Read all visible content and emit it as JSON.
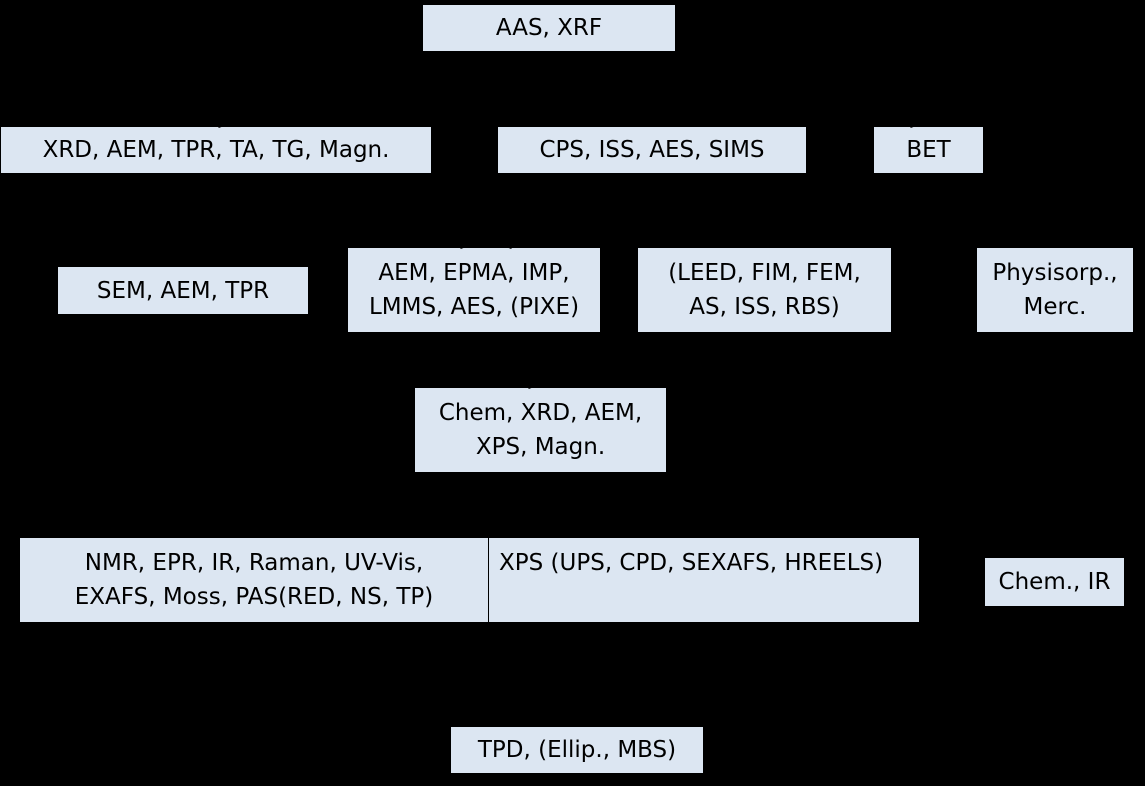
{
  "colors": {
    "background": "#000000",
    "box_fill": "#dce6f2",
    "text": "#000000"
  },
  "boxes": {
    "top": "AAS, XRF",
    "row2_left": "XRD, AEM, TPR, TA, TG, Magn.",
    "row2_mid": "CPS, ISS, AES, SIMS",
    "row2_right": "BET",
    "row3_a": "SEM, AEM, TPR",
    "row3_b": "AEM, EPMA, IMP,\nLMMS, AES, (PIXE)",
    "row3_c": "(LEED, FIM, FEM,\nAS, ISS, RBS)",
    "row3_d": "Physisorp.,\nMerc.",
    "row4": "Chem, XRD, AEM,\nXPS, Magn.",
    "row5_left": "NMR, EPR, IR, Raman, UV-Vis,\nEXAFS, Moss, PAS(RED, NS, TP)",
    "row5_mid": "XPS (UPS, CPD, SEXAFS, HREELS)",
    "row5_right": "Chem., IR",
    "bottom": "TPD, (Ellip., MBS)"
  }
}
